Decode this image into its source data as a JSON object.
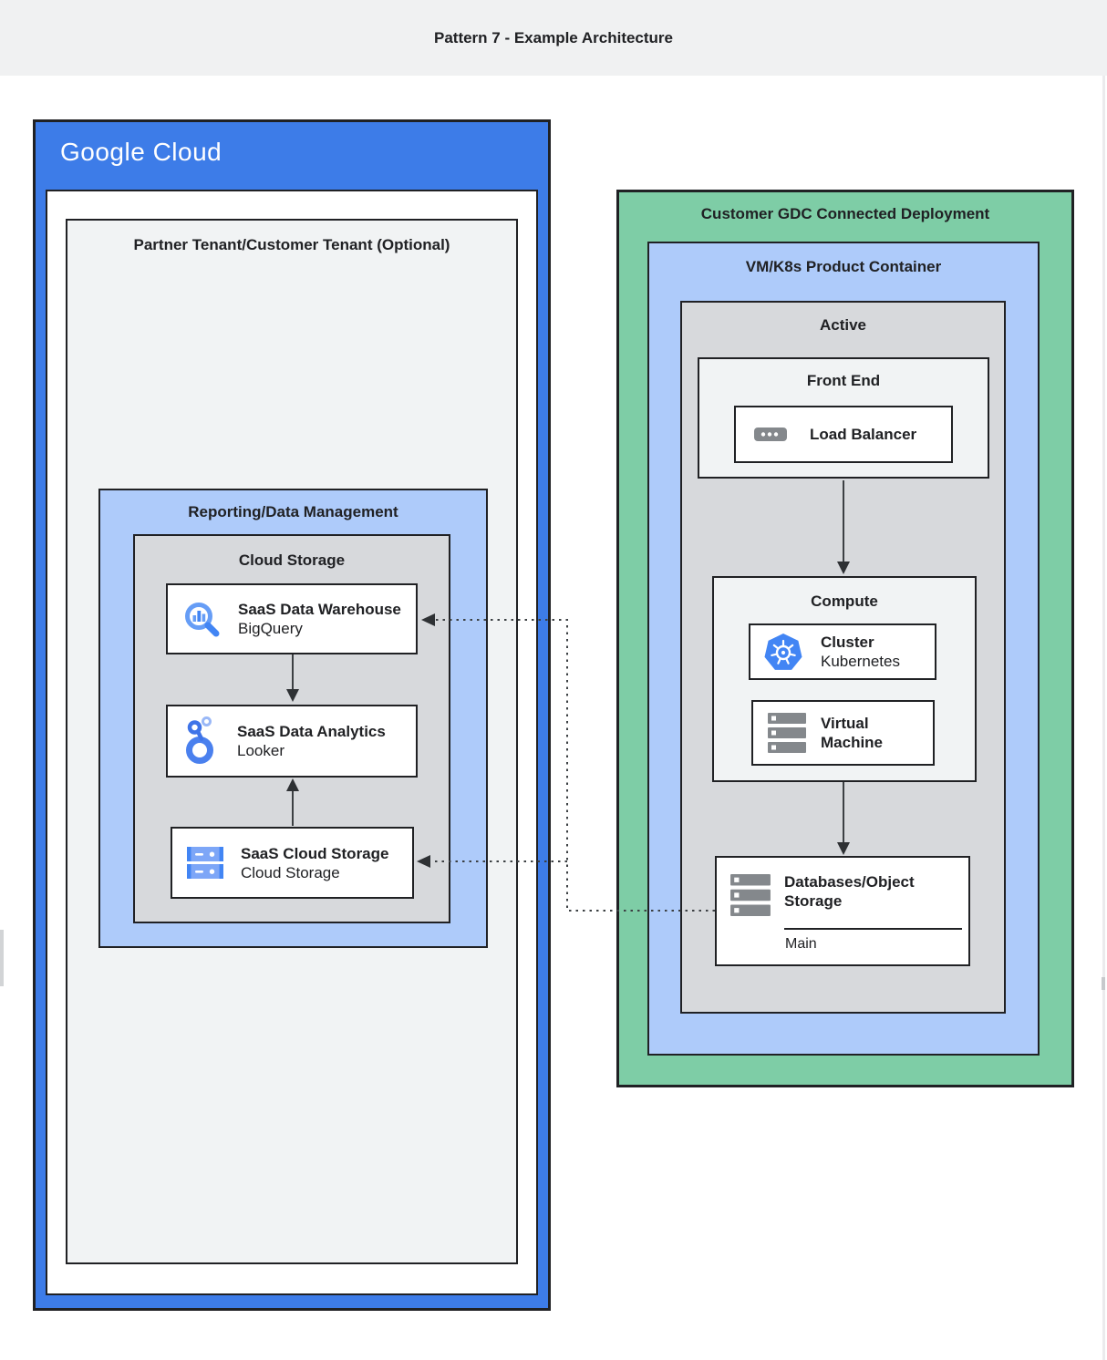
{
  "header": {
    "title": "Pattern 7 - Example Architecture"
  },
  "google_cloud": {
    "logo_text": "Google Cloud",
    "partner_tenant_label": "Partner Tenant/Customer Tenant (Optional)",
    "reporting_label": "Reporting/Data Management",
    "cloud_storage_label": "Cloud Storage",
    "cards": [
      {
        "title": "SaaS Data Warehouse",
        "subtitle": "BigQuery",
        "icon": "bigquery-icon"
      },
      {
        "title": "SaaS Data Analytics",
        "subtitle": "Looker",
        "icon": "looker-icon"
      },
      {
        "title": "SaaS Cloud Storage",
        "subtitle": "Cloud Storage",
        "icon": "cloud-storage-icon"
      }
    ]
  },
  "gdc": {
    "container_label": "Customer GDC Connected Deployment",
    "vmk8s_label": "VM/K8s Product Container",
    "active_label": "Active",
    "front_end": {
      "label": "Front End",
      "card": {
        "title": "Load Balancer",
        "icon": "load-balancer-icon"
      }
    },
    "compute": {
      "label": "Compute",
      "cards": [
        {
          "title": "Cluster",
          "subtitle": "Kubernetes",
          "icon": "kubernetes-icon"
        },
        {
          "title": "Virtual Machine",
          "icon": "virtual-machine-icon"
        }
      ]
    },
    "database_card": {
      "title": "Databases/Object Storage",
      "footer": "Main",
      "icon": "object-storage-icon"
    }
  },
  "connections": [
    {
      "from": "saas-data-warehouse",
      "to": "saas-data-analytics",
      "style": "solid-arrow"
    },
    {
      "from": "saas-cloud-storage",
      "to": "saas-data-analytics",
      "style": "solid-arrow"
    },
    {
      "from": "front-end",
      "to": "compute",
      "style": "solid-arrow"
    },
    {
      "from": "compute",
      "to": "databases-object-storage",
      "style": "solid-arrow"
    },
    {
      "from": "databases-object-storage",
      "to": "saas-data-warehouse",
      "style": "dotted-arrow"
    },
    {
      "from": "databases-object-storage",
      "to": "saas-cloud-storage",
      "style": "dotted-arrow"
    }
  ],
  "colors": {
    "google_blue": "#3d7ce8",
    "light_blue": "#aecbfa",
    "green": "#7ecda6",
    "box_gray": "#d7d9dc",
    "panel_gray": "#f1f3f4",
    "border": "#202124",
    "icon_blue": "#4285f4",
    "icon_light_blue": "#669df6",
    "icon_gray": "#84888c",
    "text": "#202124",
    "header_bg": "#f0f1f2"
  }
}
